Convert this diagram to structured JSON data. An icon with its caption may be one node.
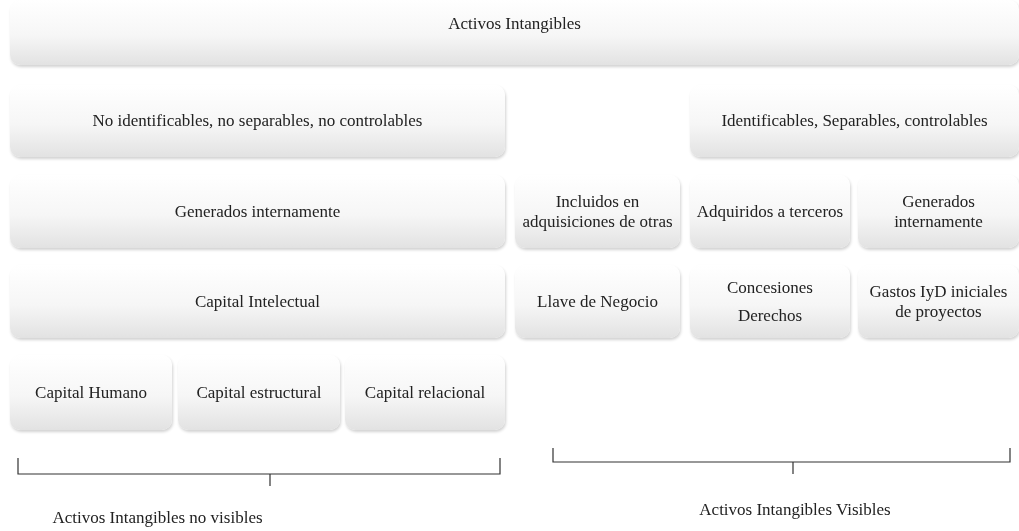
{
  "diagram": {
    "nodes": [
      {
        "text": [
          "Activos Intangibles"
        ]
      },
      {
        "text": [
          "No identificables, no separables, no controlables"
        ]
      },
      {
        "text": [
          "Identificables, Separables, controlables"
        ]
      },
      {
        "text": [
          "Generados internamente"
        ]
      },
      {
        "text": [
          "Incluidos en adquisiciones de otras"
        ]
      },
      {
        "text": [
          "Adquiridos a terceros"
        ]
      },
      {
        "text": [
          "Generados internamente"
        ]
      },
      {
        "text": [
          "Capital Intelectual"
        ]
      },
      {
        "text": [
          "Llave de Negocio"
        ]
      },
      {
        "text": [
          "Concesiones",
          "Derechos"
        ]
      },
      {
        "text": [
          "Gastos IyD iniciales de proyectos"
        ]
      },
      {
        "text": [
          "Capital Humano"
        ]
      },
      {
        "text": [
          "Capital estructural"
        ]
      },
      {
        "text": [
          "Capital relacional"
        ]
      }
    ],
    "labels": [
      "Activos Intangibles no visibles",
      "Activos Intangibles Visibles"
    ]
  }
}
